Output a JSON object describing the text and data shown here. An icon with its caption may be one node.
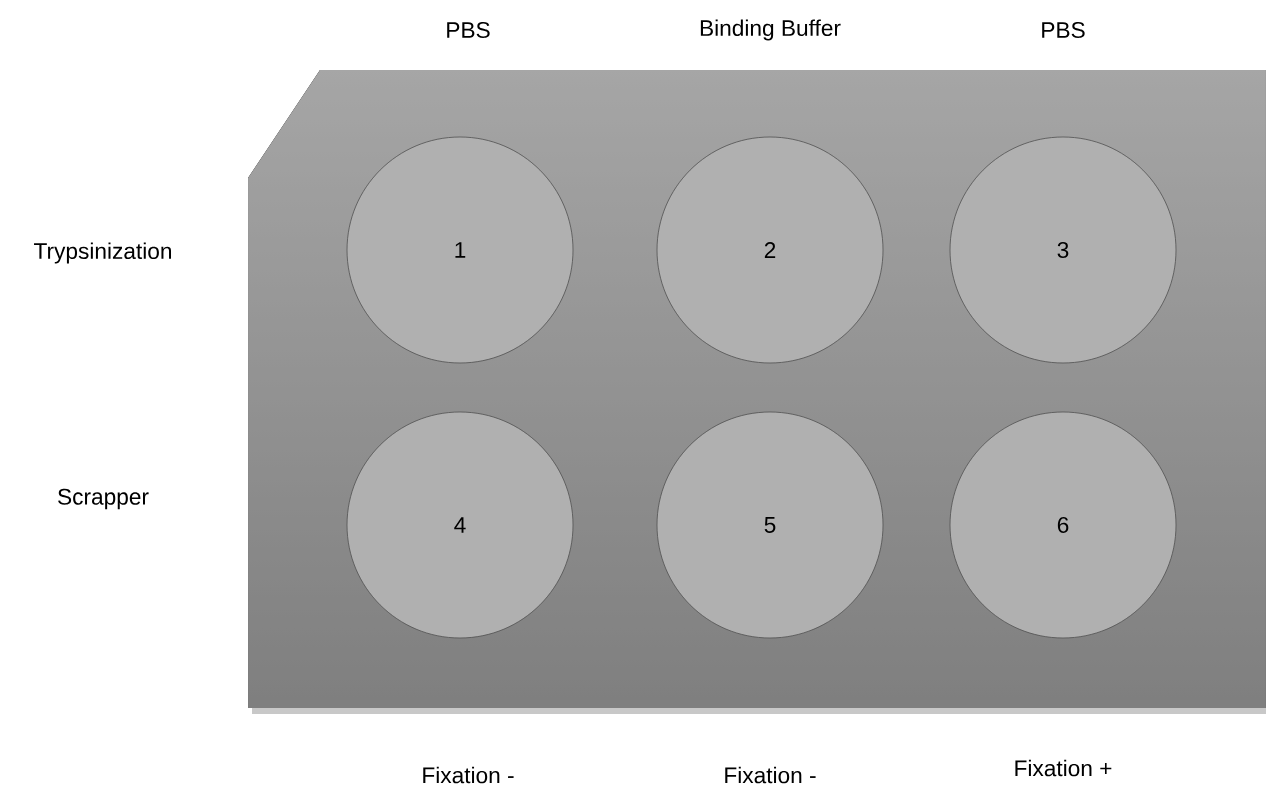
{
  "diagram": {
    "nodes": [
      {
        "text": [],
        "shape": "box"
      },
      {
        "text": [
          "1"
        ],
        "in": 0
      },
      {
        "text": [
          "2"
        ],
        "in": 0
      },
      {
        "text": [
          "3"
        ],
        "in": 0
      },
      {
        "text": [
          "4"
        ],
        "in": 0
      },
      {
        "text": [
          "5"
        ],
        "in": 0
      },
      {
        "text": [
          "6"
        ],
        "in": 0
      }
    ],
    "labels": [
      "PBS",
      "Binding Buffer",
      "PBS",
      "Trypsinization",
      "Scrapper",
      "Fixation -",
      "Fixation -",
      "Fixation +"
    ]
  }
}
